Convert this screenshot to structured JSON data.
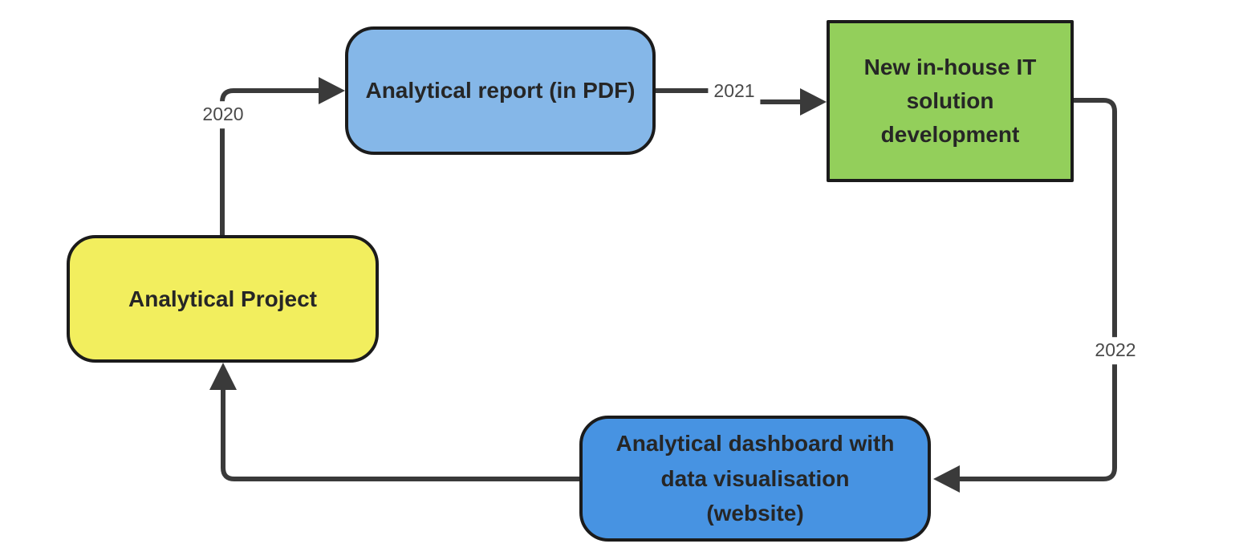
{
  "diagram": {
    "type": "flowchart-cycle",
    "nodes": [
      {
        "id": "analytical-project",
        "label": "Analytical Project",
        "fill": "#f2ee5e",
        "shape": "rounded-rectangle"
      },
      {
        "id": "analytical-report",
        "label": "Analytical report (in PDF)",
        "fill": "#85b7e8",
        "shape": "rounded-rectangle"
      },
      {
        "id": "new-it-solution",
        "label": "New in-house IT solution development",
        "fill": "#93cf5b",
        "shape": "rectangle"
      },
      {
        "id": "analytical-dashboard",
        "label": "Analytical dashboard with data visualisation (website)",
        "fill": "#4793e2",
        "shape": "rounded-rectangle"
      }
    ],
    "edges": [
      {
        "from": "analytical-project",
        "to": "analytical-report",
        "label": "2020"
      },
      {
        "from": "analytical-report",
        "to": "new-it-solution",
        "label": "2021"
      },
      {
        "from": "new-it-solution",
        "to": "analytical-dashboard",
        "label": "2022"
      },
      {
        "from": "analytical-dashboard",
        "to": "analytical-project",
        "label": ""
      }
    ],
    "colors": {
      "background": "#ffffff",
      "connector": "#3a3a3a",
      "node_border": "#1b1b1b",
      "node_text": "#262626",
      "edge_label_text": "#4a4a4a"
    }
  }
}
